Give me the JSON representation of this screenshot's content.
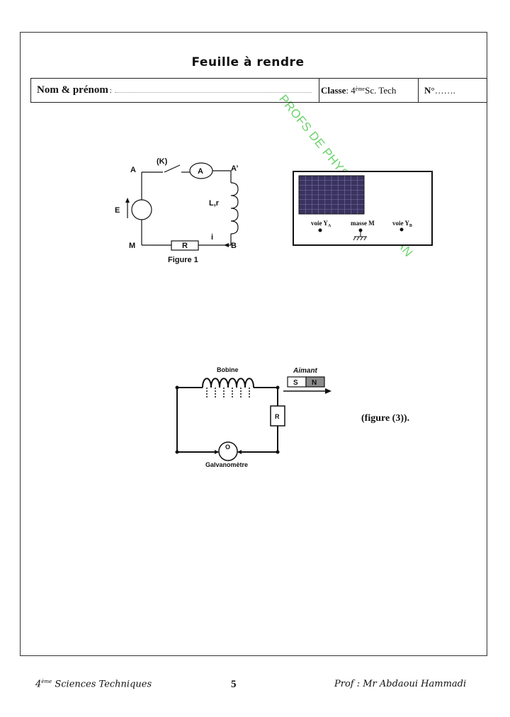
{
  "title": "Feuille à rendre",
  "header": {
    "name_label": "Nom & prénom",
    "name_sep": " :",
    "class_label": "Classe",
    "class_sep": " : 4",
    "class_sup": "ème",
    "class_value": " Sc. Tech",
    "number_label": "N°",
    "number_dots": "……."
  },
  "watermark": "PROFS DE PHYSIQUE KAIROUAN",
  "figure1": {
    "labels": {
      "A": "A",
      "A_prime": "A’",
      "K": "(K)",
      "ammeter": "A",
      "E": "E",
      "Lr": "L,r",
      "i": "i",
      "M": "M",
      "B": "B",
      "R": "R",
      "caption": "Figure 1"
    }
  },
  "oscilloscope": {
    "voie_a": "voie Y",
    "voie_a_sub": "A",
    "masse": "masse M",
    "voie_b": "voie Y",
    "voie_b_sub": "B"
  },
  "figure3": {
    "bobine": "Bobine",
    "aimant": "Aimant",
    "pole_s": "S",
    "pole_n": "N",
    "resistor": "R",
    "galva_symbol": "O",
    "galvanometre": "Galvanomètre",
    "caption": "(figure (3))."
  },
  "footer": {
    "left_prefix": "4",
    "left_sup": "ème",
    "left_text": " Sciences Techniques",
    "page": "5",
    "right": "Prof : Mr Abdaoui Hammadi"
  },
  "colors": {
    "watermark": "#6bd36b",
    "screen": "#3a3360",
    "magnet_n": "#8c8c8c"
  }
}
